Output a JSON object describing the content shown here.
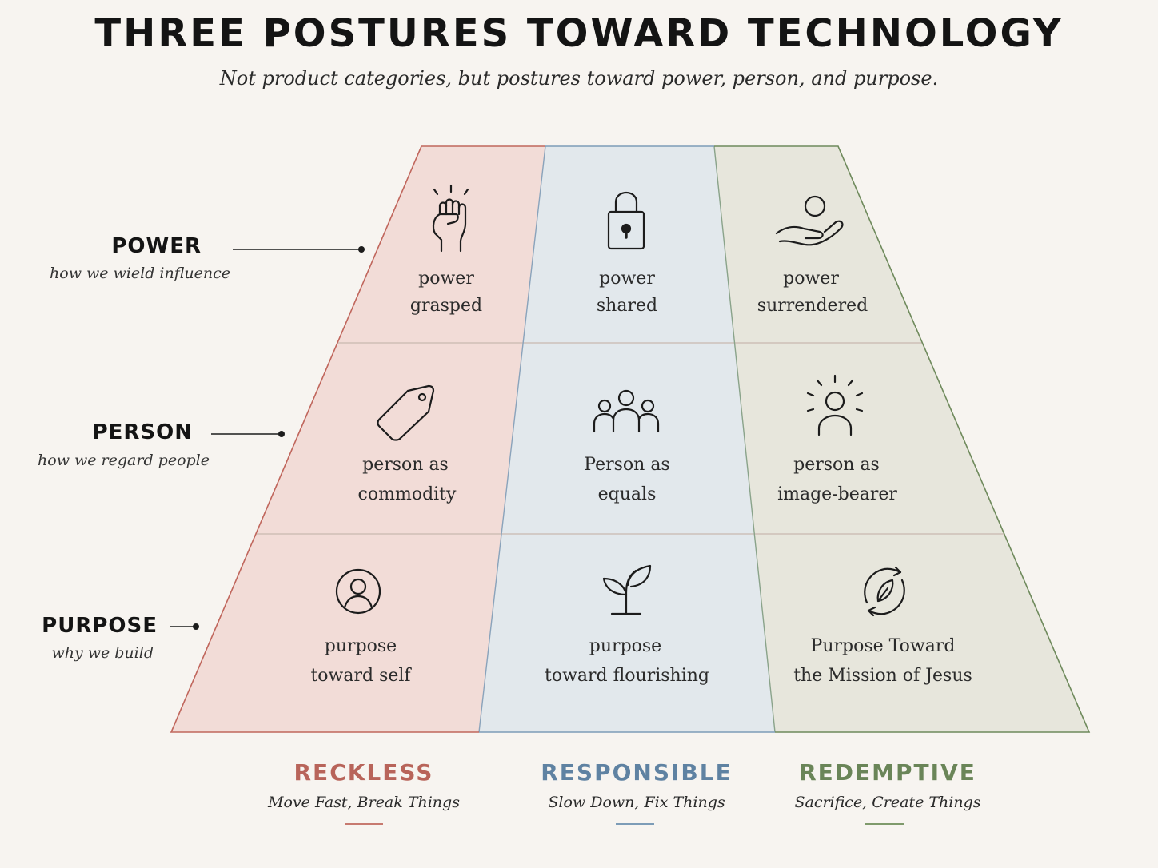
{
  "title": "THREE POSTURES TOWARD TECHNOLOGY",
  "subtitle": "Not product categories, but postures toward power, person, and purpose.",
  "rows": [
    {
      "label": "POWER",
      "sub": "how we wield influence"
    },
    {
      "label": "PERSON",
      "sub": "how we regard people"
    },
    {
      "label": "PURPOSE",
      "sub": "why we build"
    }
  ],
  "columns": [
    {
      "label": "RECKLESS",
      "sub": "Move Fast, Break Things",
      "color": "#b8645a",
      "fill": "#f2dcd7"
    },
    {
      "label": "RESPONSIBLE",
      "sub": "Slow Down, Fix Things",
      "color": "#5f82a2",
      "fill": "#e2e8ec"
    },
    {
      "label": "REDEMPTIVE",
      "sub": "Sacrifice, Create Things",
      "color": "#6a8558",
      "fill": "#e7e6dc"
    }
  ],
  "cells": {
    "power_reckless": {
      "line1": "power",
      "line2": "grasped",
      "icon": "raised-fist-icon"
    },
    "power_responsible": {
      "line1": "power",
      "line2": "shared",
      "icon": "padlock-icon"
    },
    "power_redemptive": {
      "line1": "power",
      "line2": "surrendered",
      "icon": "open-hand-icon"
    },
    "person_reckless": {
      "line1": "person as",
      "line2": "commodity",
      "icon": "price-tag-icon"
    },
    "person_responsible": {
      "line1": "Person as",
      "line2": "equals",
      "icon": "group-icon"
    },
    "person_redemptive": {
      "line1": "person as",
      "line2": "image-bearer",
      "icon": "radiant-person-icon"
    },
    "purpose_reckless": {
      "line1": "purpose",
      "line2": "toward self",
      "icon": "user-circle-icon"
    },
    "purpose_responsible": {
      "line1": "purpose",
      "line2": "toward flourishing",
      "icon": "sprout-icon"
    },
    "purpose_redemptive": {
      "line1": "Purpose Toward",
      "line2": "the Mission of Jesus",
      "icon": "renewal-leaf-icon"
    }
  }
}
